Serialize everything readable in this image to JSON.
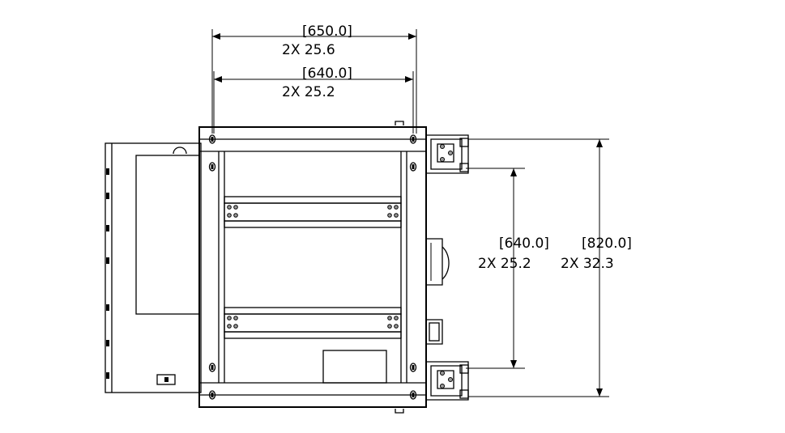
{
  "dimensions": {
    "top_outer": {
      "metric": "[650.0]",
      "imperial": "2X  25.6"
    },
    "top_inner": {
      "metric": "[640.0]",
      "imperial": "2X  25.2"
    },
    "right_inner": {
      "metric": "[640.0]",
      "imperial": "2X  25.2"
    },
    "right_outer": {
      "metric": "[820.0]",
      "imperial": "2X  32.3"
    }
  },
  "colors": {
    "line": "#000000",
    "background": "#ffffff",
    "hole_fill": "#9a9a9a"
  }
}
